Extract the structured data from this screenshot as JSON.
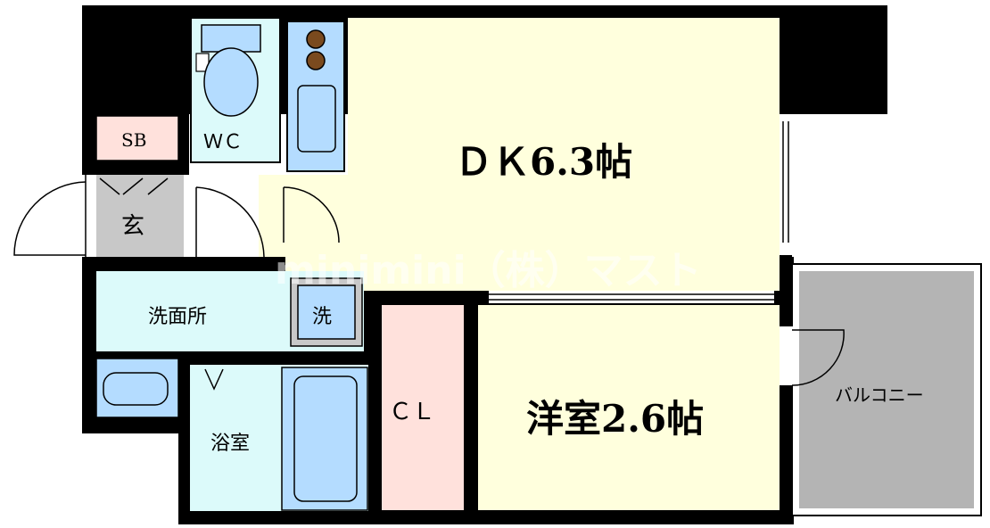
{
  "rooms": {
    "dk": "ＤＫ6.3帖",
    "bedroom": "洋室2.6帖",
    "closet": "ＣＬ",
    "washroom": "洗面所",
    "washer": "洗",
    "bath": "浴室",
    "wc": "ＷＣ",
    "sb": "SB",
    "entrance": "玄",
    "balcony": "バルコニー"
  },
  "watermark": "minimini（株）マスト",
  "colors": {
    "wall": "#000000",
    "dk": "#ffffdd",
    "bedroom": "#ffffdd",
    "closet": "#ffe1dc",
    "water": "#dcfafa",
    "fixture": "#b4dcff",
    "entrance": "#c8c8c8",
    "balcony": "#b4b4b4",
    "sb": "#ffe1dc"
  }
}
